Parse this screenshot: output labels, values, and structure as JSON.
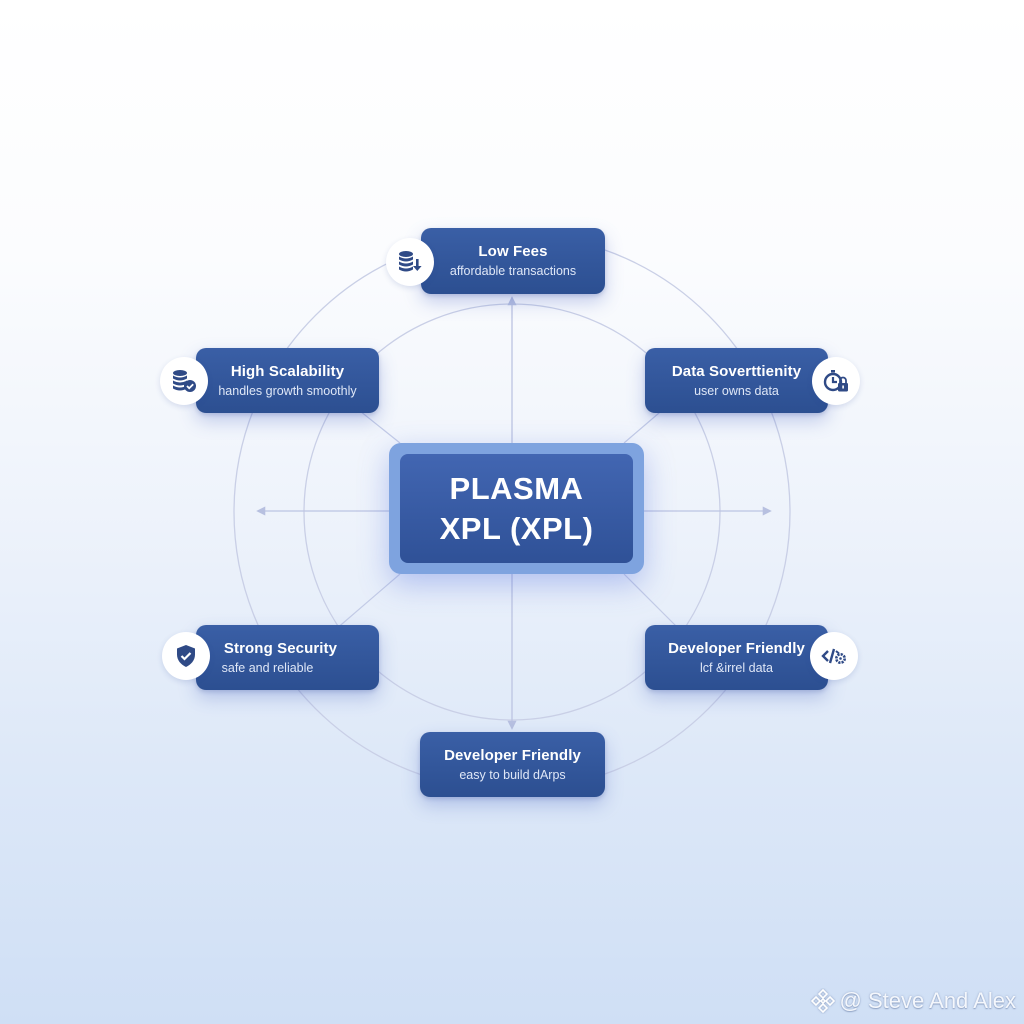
{
  "diagram": {
    "center": {
      "line1": "PLASMA",
      "line2": "XPL (XPL)"
    },
    "nodes": [
      {
        "id": "low-fees",
        "title": "Low Fees",
        "subtitle": "affordable transactions",
        "icon": "coins-down-arrow-icon"
      },
      {
        "id": "high-scalability",
        "title": "High Scalability",
        "subtitle": "handles growth smoothly",
        "icon": "coins-check-icon"
      },
      {
        "id": "data-sovereignty",
        "title": "Data Soverttienity",
        "subtitle": "user owns data",
        "icon": "stopwatch-lock-icon"
      },
      {
        "id": "strong-security",
        "title": "Strong Security",
        "subtitle": "safe and reliable",
        "icon": "shield-check-icon"
      },
      {
        "id": "developer-friendly-right",
        "title": "Developer Friendly",
        "subtitle": "lcf &irrel data",
        "icon": "code-gear-icon"
      },
      {
        "id": "developer-friendly-bottom",
        "title": "Developer Friendly",
        "subtitle": "easy to build dArps",
        "icon": ""
      }
    ],
    "colors": {
      "node_fill": "#2f5597",
      "center_frame": "#7ea3df",
      "connector": "#c3cbe6",
      "icon": "#2f4a86"
    }
  },
  "watermark": {
    "text": "@ Steve And Alex",
    "icon": "binance-logo-icon"
  }
}
